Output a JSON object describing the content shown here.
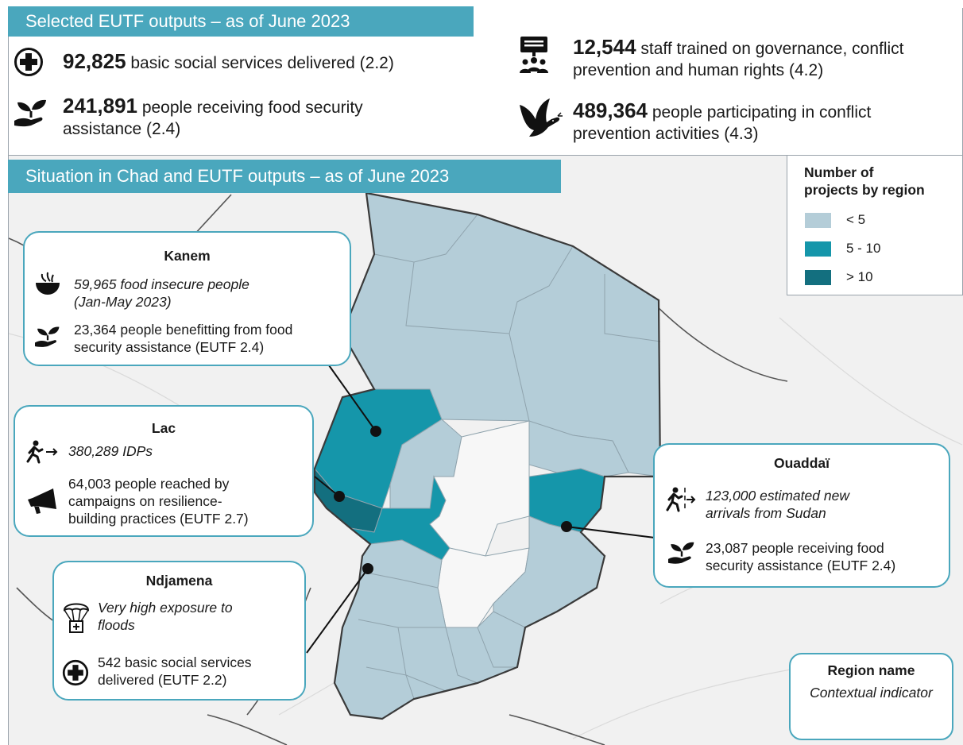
{
  "top_section": {
    "header": "Selected EUTF outputs – as of June 2023",
    "kpis": [
      {
        "value": "92,825",
        "text": " basic social services delivered (2.2)",
        "icon": "medical-cross-icon"
      },
      {
        "value": "241,891",
        "text_line1": " people receiving food security",
        "text_line2": "assistance (2.4)",
        "icon": "hand-plant-icon"
      },
      {
        "value": "12,544",
        "text_line1": " staff trained on governance, conflict",
        "text_line2": "prevention and human rights (4.2)",
        "icon": "training-icon"
      },
      {
        "value": "489,364",
        "text_line1": " people participating in conflict",
        "text_line2": "prevention activities (4.3)",
        "icon": "dove-icon"
      }
    ]
  },
  "map_section": {
    "header": "Situation in Chad and EUTF outputs – as of June 2023",
    "legend": {
      "title_line1": "Number of",
      "title_line2": "projects by region",
      "items": [
        {
          "label": "< 5",
          "color": "#b4cdd8"
        },
        {
          "label": "5 - 10",
          "color": "#1596aa"
        },
        {
          "label": "> 10",
          "color": "#136f7f"
        }
      ]
    },
    "callouts": {
      "kanem": {
        "title": "Kanem",
        "context_line1": "59,965 food insecure people",
        "context_line2": "(Jan-May 2023)",
        "output_line1": "23,364 people benefitting from food",
        "output_line2": "security assistance (EUTF 2.4)"
      },
      "lac": {
        "title": "Lac",
        "context": "380,289 IDPs",
        "output_line1": "64,003 people reached by",
        "output_line2": "campaigns on resilience-",
        "output_line3": "building practices (EUTF 2.7)"
      },
      "ndjamena": {
        "title": "Ndjamena",
        "context_line1": "Very high exposure to",
        "context_line2": "floods",
        "output_line1": "542 basic social services",
        "output_line2": "delivered (EUTF 2.2)"
      },
      "ouaddai": {
        "title": "Ouaddaï",
        "context_line1": "123,000 estimated new",
        "context_line2": "arrivals from Sudan",
        "output_line1": "23,087 people receiving food",
        "output_line2": "security assistance (EUTF 2.4)"
      }
    },
    "key_box": {
      "title": "Region name",
      "subtitle": "Contextual indicator"
    }
  },
  "colors": {
    "accent": "#4aa7bd",
    "low": "#b4cdd8",
    "mid": "#1596aa",
    "high": "#136f7f",
    "no_data": "#f7f7f7"
  }
}
